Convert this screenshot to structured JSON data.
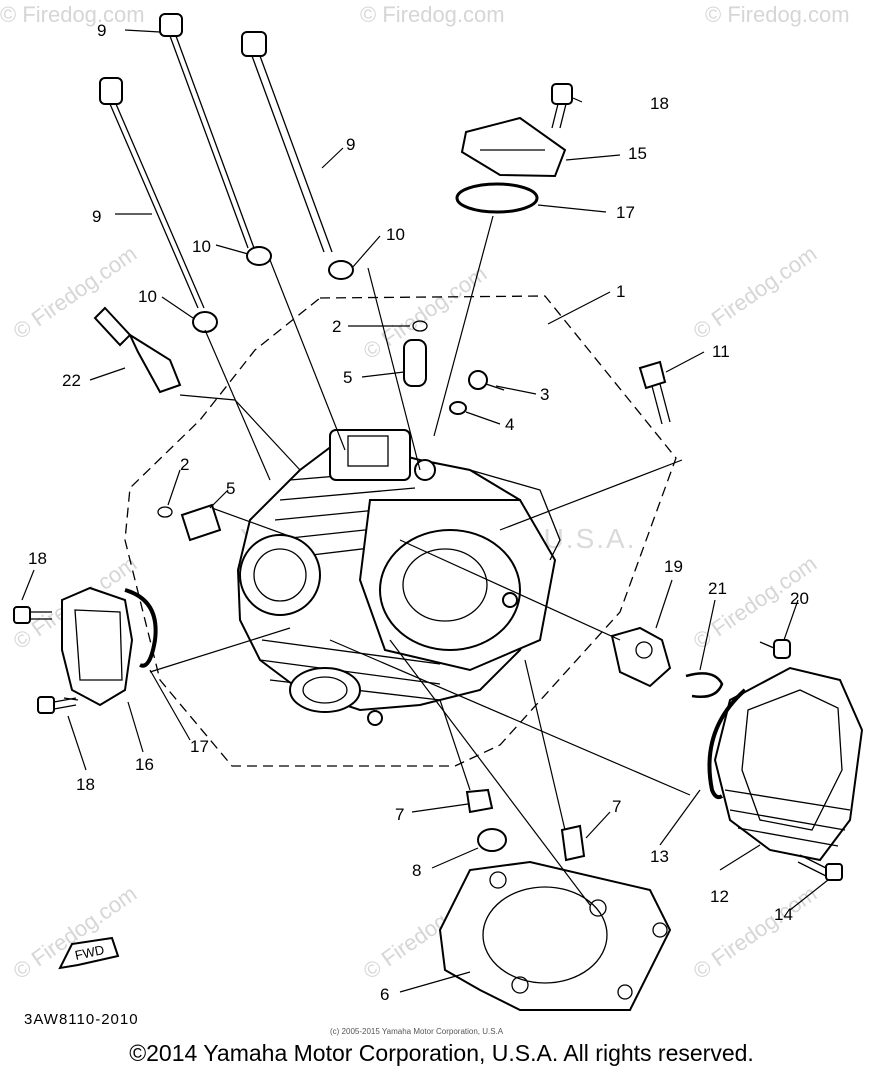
{
  "diagram": {
    "part_code": "3AW8110-2010",
    "front_marker": "FWD",
    "small_credit": "(c) 2005-2015 Yamaha Motor Corporation, U.S.A",
    "callouts": {
      "c1": "1",
      "c2a": "2",
      "c2b": "2",
      "c3": "3",
      "c4": "4",
      "c5a": "5",
      "c5b": "5",
      "c6": "6",
      "c7a": "7",
      "c7b": "7",
      "c8": "8",
      "c9a": "9",
      "c9b": "9",
      "c9c": "9",
      "c10a": "10",
      "c10b": "10",
      "c10c": "10",
      "c11": "11",
      "c12": "12",
      "c13": "13",
      "c14": "14",
      "c15": "15",
      "c16": "16",
      "c17a": "17",
      "c17b": "17",
      "c18a": "18",
      "c18b": "18",
      "c18c": "18",
      "c19": "19",
      "c20": "20",
      "c21": "21",
      "c22": "22"
    }
  },
  "watermarks": {
    "site": "© Firedog.com",
    "brand_overlay": "Yamaha Motor Corp. U.S.A."
  },
  "footer": {
    "copyright": "©2014 Yamaha Motor Corporation, U.S.A. All rights reserved."
  }
}
